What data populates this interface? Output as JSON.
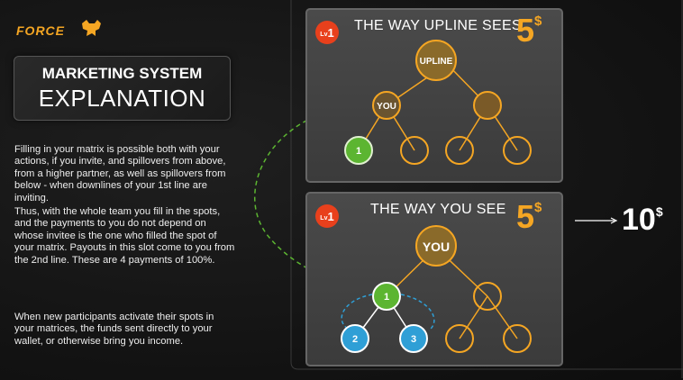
{
  "logo": {
    "text": "FORCE"
  },
  "heading": {
    "line1": "MARKETING SYSTEM",
    "line2": "EXPLANATION"
  },
  "paragraphs": [
    "Filling in your matrix is possible both with your actions, if you invite, and spillovers from above, from a higher partner, as well as spillovers from below - when downlines of your 1st line are inviting.",
    "Thus, with the whole team you fill in the spots, and the payments to you do not depend on whose invitee is the one who filled the spot of your matrix. Payouts in this slot come to you from the 2nd line. These are 4 payments of 100%.",
    "When new participants activate their spots in your matrices, the funds sent directly to your wallet, or otherwise bring you income."
  ],
  "panel_top": {
    "badge_small": "Lv",
    "badge_big": "1",
    "title": "THE WAY UPLINE SEES",
    "price": "5",
    "currency": "$",
    "top_node": "UPLINE",
    "left_node": "YOU",
    "leaf_1": "1"
  },
  "panel_bottom": {
    "badge_small": "Lv",
    "badge_big": "1",
    "title": "THE WAY YOU SEE",
    "price": "5",
    "currency": "$",
    "top_node": "YOU",
    "left_node": "1",
    "leaf_1": "2",
    "leaf_2": "3"
  },
  "result": {
    "value": "10",
    "currency": "$"
  },
  "colors": {
    "accent": "#f5a623",
    "green": "#5cb531",
    "blue": "#2f9fd6",
    "badge": "#e8401c"
  }
}
